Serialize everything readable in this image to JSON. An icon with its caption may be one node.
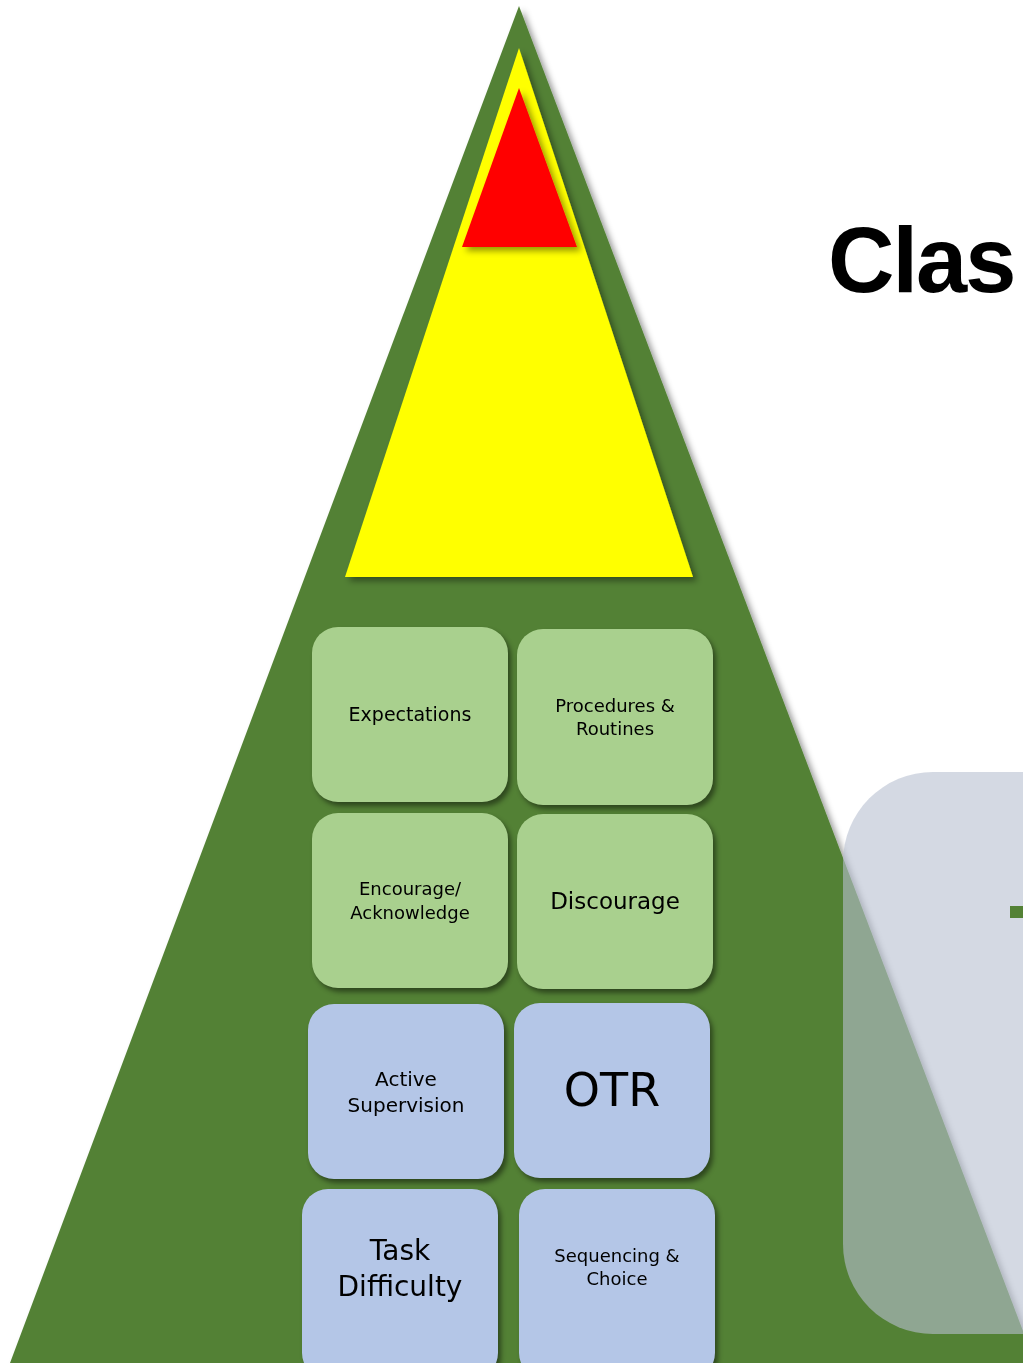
{
  "diagram": {
    "title": "Clas",
    "nodes": [
      {
        "text": [
          "Expectations"
        ]
      },
      {
        "text": [
          "Procedures & Routines"
        ]
      },
      {
        "text": [
          "Encourage/ Acknowledge"
        ]
      },
      {
        "text": [
          "Discourage"
        ]
      },
      {
        "text": [
          "Active Supervision"
        ]
      },
      {
        "text": [
          "OTR"
        ]
      },
      {
        "text": [
          "Task Difficulty"
        ]
      },
      {
        "text": [
          "Sequencing & Choice"
        ]
      }
    ]
  }
}
